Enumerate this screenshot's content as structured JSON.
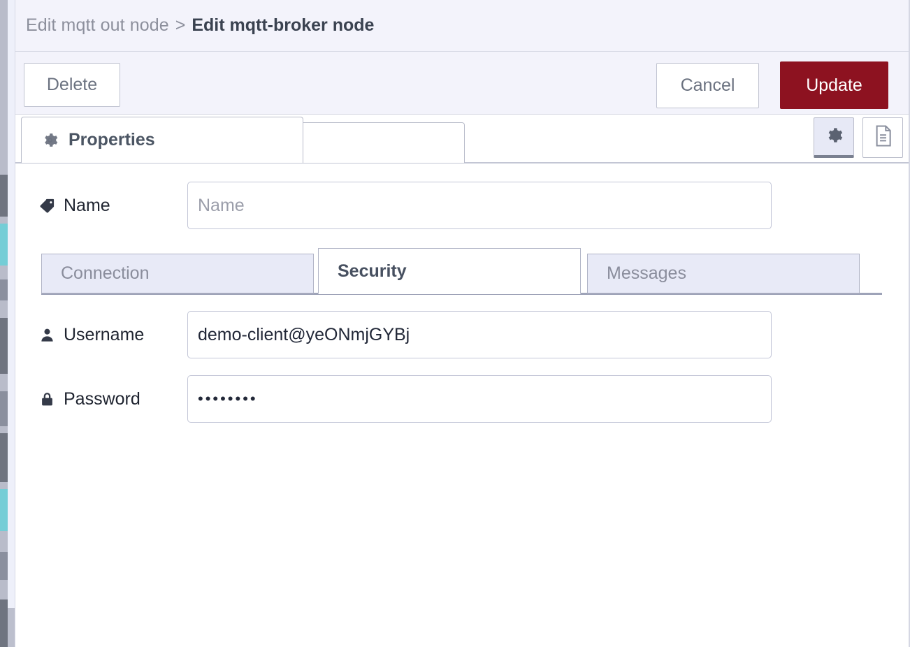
{
  "header": {
    "breadcrumb_parent": "Edit mqtt out node",
    "breadcrumb_separator": ">",
    "breadcrumb_current": "Edit mqtt-broker node"
  },
  "toolbar": {
    "delete_label": "Delete",
    "cancel_label": "Cancel",
    "update_label": "Update",
    "update_color": "#8d1220"
  },
  "tabs": {
    "properties_label": "Properties",
    "properties_icon": "gear-icon",
    "icon_buttons": [
      {
        "name": "gear-icon",
        "active": true
      },
      {
        "name": "document-icon",
        "active": false
      }
    ]
  },
  "form": {
    "name": {
      "label": "Name",
      "icon": "tag-icon",
      "value": "",
      "placeholder": "Name"
    },
    "username": {
      "label": "Username",
      "icon": "user-icon",
      "value": "demo-client@yeONmjGYBj",
      "placeholder": ""
    },
    "password": {
      "label": "Password",
      "icon": "lock-icon",
      "value": "••••••••",
      "placeholder": ""
    }
  },
  "subtabs": [
    {
      "label": "Connection",
      "active": false
    },
    {
      "label": "Security",
      "active": true
    },
    {
      "label": "Messages",
      "active": false
    }
  ]
}
